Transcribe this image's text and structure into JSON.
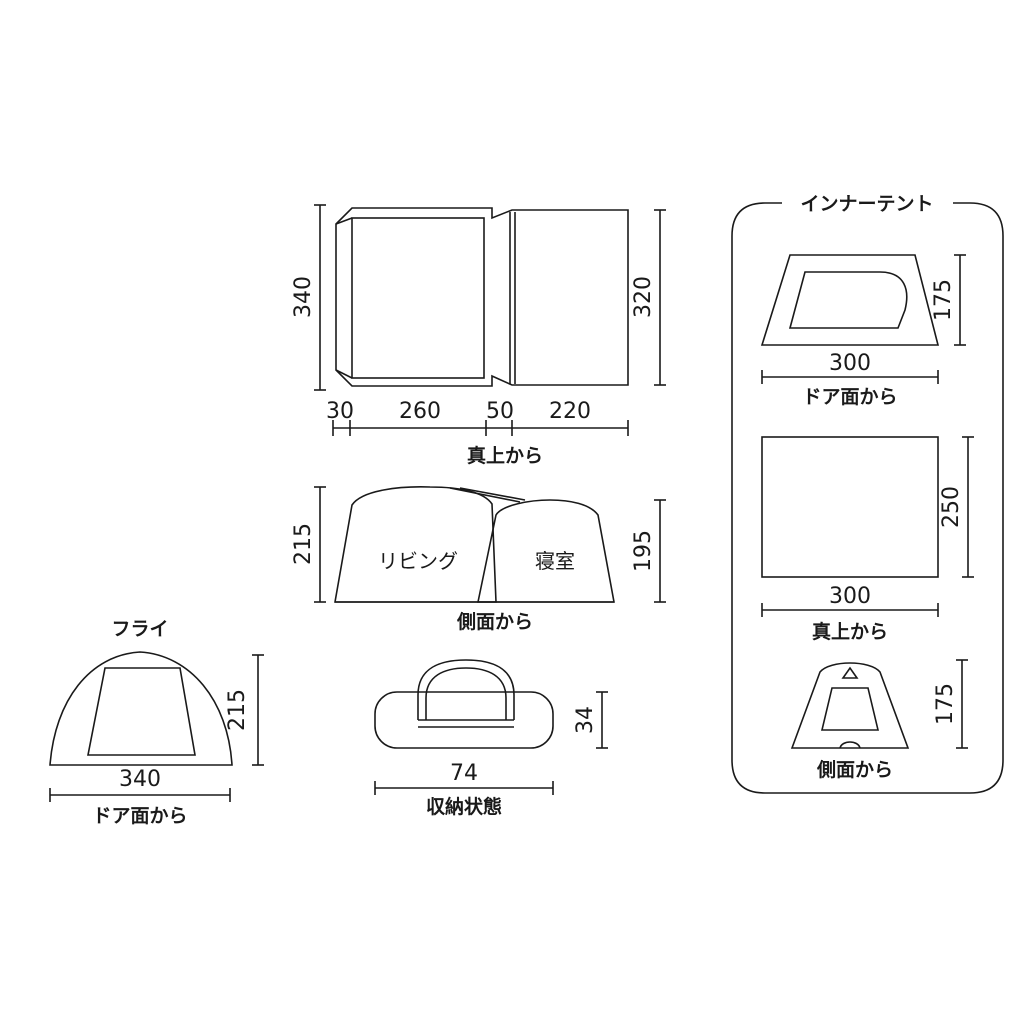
{
  "colors": {
    "ink": "#1a1a1a",
    "background": "#ffffff"
  },
  "top_view": {
    "caption": "真上から",
    "height_left": "340",
    "height_right": "320",
    "widths": [
      "30",
      "260",
      "50",
      "220"
    ]
  },
  "side_view": {
    "caption": "側面から",
    "height_left": "215",
    "height_right": "195",
    "room_left": "リビング",
    "room_right": "寝室"
  },
  "fly": {
    "title": "フライ",
    "caption": "ドア面から",
    "height": "215",
    "width": "340"
  },
  "storage": {
    "caption": "収納状態",
    "height": "34",
    "width": "74"
  },
  "inner_tent": {
    "title": "インナーテント",
    "door_view": {
      "caption": "ドア面から",
      "height": "175",
      "width": "300"
    },
    "top_view": {
      "caption": "真上から",
      "height": "250",
      "width": "300"
    },
    "side_view": {
      "caption": "側面から",
      "height": "175"
    }
  }
}
